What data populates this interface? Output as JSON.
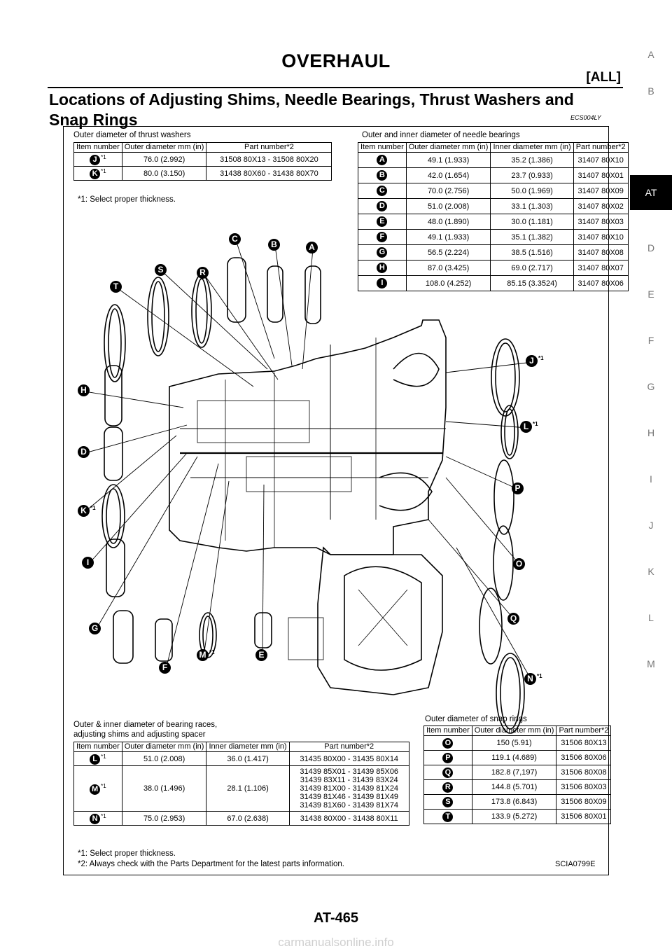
{
  "header": {
    "title": "OVERHAUL",
    "section": "[ALL]"
  },
  "heading": "Locations of Adjusting Shims, Needle Bearings, Thrust Washers and Snap Rings",
  "reference_code": "ECS004LY",
  "figure_code": "SCIA0799E",
  "page_number": "AT-465",
  "side_tabs": [
    "A",
    "B",
    "AT",
    "D",
    "E",
    "F",
    "G",
    "H",
    "I",
    "J",
    "K",
    "L",
    "M"
  ],
  "active_tab": "AT",
  "watermark": "carmanualsonline.info",
  "thrust_washers": {
    "caption": "Outer diameter of thrust washers",
    "headers": [
      "Item number",
      "Outer diameter mm (in)",
      "Part number*2"
    ],
    "rows": [
      {
        "item": "J",
        "sup": "*1",
        "od": "76.0 (2.992)",
        "part": "31508 80X13 - 31508 80X20"
      },
      {
        "item": "K",
        "sup": "*1",
        "od": "80.0 (3.150)",
        "part": "31438 80X60 - 31438 80X70"
      }
    ],
    "note": "*1: Select proper thickness."
  },
  "needle_bearings": {
    "caption": "Outer and inner diameter of needle bearings",
    "headers": [
      "Item number",
      "Outer diameter mm (in)",
      "Inner diameter mm (in)",
      "Part number*2"
    ],
    "rows": [
      {
        "item": "A",
        "od": "49.1 (1.933)",
        "id": "35.2 (1.386)",
        "part": "31407 80X10"
      },
      {
        "item": "B",
        "od": "42.0 (1.654)",
        "id": "23.7 (0.933)",
        "part": "31407 80X01"
      },
      {
        "item": "C",
        "od": "70.0 (2.756)",
        "id": "50.0 (1.969)",
        "part": "31407 80X09"
      },
      {
        "item": "D",
        "od": "51.0 (2.008)",
        "id": "33.1 (1.303)",
        "part": "31407 80X02"
      },
      {
        "item": "E",
        "od": "48.0 (1.890)",
        "id": "30.0 (1.181)",
        "part": "31407 80X03"
      },
      {
        "item": "F",
        "od": "49.1 (1.933)",
        "id": "35.1 (1.382)",
        "part": "31407 80X10"
      },
      {
        "item": "G",
        "od": "56.5 (2.224)",
        "id": "38.5 (1.516)",
        "part": "31407 80X08"
      },
      {
        "item": "H",
        "od": "87.0 (3.425)",
        "id": "69.0 (2.717)",
        "part": "31407 80X07"
      },
      {
        "item": "I",
        "od": "108.0 (4.252)",
        "id": "85.15 (3.3524)",
        "part": "31407 80X06"
      }
    ]
  },
  "bearing_races": {
    "caption_line1": "Outer & inner diameter of bearing races,",
    "caption_line2": "adjusting shims and adjusting spacer",
    "headers": [
      "Item number",
      "Outer diameter mm (in)",
      "Inner diameter mm (in)",
      "Part number*2"
    ],
    "rows": [
      {
        "item": "L",
        "sup": "*1",
        "od": "51.0 (2.008)",
        "id": "36.0 (1.417)",
        "parts": [
          "31435 80X00 - 31435 80X14"
        ]
      },
      {
        "item": "M",
        "sup": "*1",
        "od": "38.0 (1.496)",
        "id": "28.1 (1.106)",
        "parts": [
          "31439 85X01 - 31439 85X06",
          "31439 83X11 - 31439 83X24",
          "31439 81X00 - 31439 81X24",
          "31439 81X46 - 31439 81X49",
          "31439 81X60 - 31439 81X74"
        ]
      },
      {
        "item": "N",
        "sup": "*1",
        "od": "75.0 (2.953)",
        "id": "67.0 (2.638)",
        "parts": [
          "31438 80X00 - 31438 80X11"
        ]
      }
    ],
    "note1": "*1: Select proper thickness.",
    "note2": "*2: Always check with the Parts Department for the latest parts information."
  },
  "snap_rings": {
    "caption": "Outer diameter of snap rings",
    "headers": [
      "Item number",
      "Outer diameter mm (in)",
      "Part number*2"
    ],
    "rows": [
      {
        "item": "O",
        "od": "150 (5.91)",
        "part": "31506 80X13"
      },
      {
        "item": "P",
        "od": "119.1 (4.689)",
        "part": "31506 80X06"
      },
      {
        "item": "Q",
        "od": "182.8 (7,197)",
        "part": "31506 80X08"
      },
      {
        "item": "R",
        "od": "144.8 (5.701)",
        "part": "31506 80X03"
      },
      {
        "item": "S",
        "od": "173.8 (6.843)",
        "part": "31506 80X09"
      },
      {
        "item": "T",
        "od": "133.9 (5.272)",
        "part": "31506 80X01"
      }
    ]
  },
  "callouts": [
    {
      "item": "C",
      "sup": ""
    },
    {
      "item": "B",
      "sup": ""
    },
    {
      "item": "A",
      "sup": ""
    },
    {
      "item": "S",
      "sup": ""
    },
    {
      "item": "R",
      "sup": ""
    },
    {
      "item": "T",
      "sup": ""
    },
    {
      "item": "H",
      "sup": ""
    },
    {
      "item": "D",
      "sup": ""
    },
    {
      "item": "K",
      "sup": "*1"
    },
    {
      "item": "I",
      "sup": ""
    },
    {
      "item": "G",
      "sup": ""
    },
    {
      "item": "F",
      "sup": ""
    },
    {
      "item": "M",
      "sup": "*1"
    },
    {
      "item": "E",
      "sup": ""
    },
    {
      "item": "J",
      "sup": "*1"
    },
    {
      "item": "L",
      "sup": "*1"
    },
    {
      "item": "P",
      "sup": ""
    },
    {
      "item": "O",
      "sup": ""
    },
    {
      "item": "Q",
      "sup": ""
    },
    {
      "item": "N",
      "sup": "*1"
    }
  ]
}
